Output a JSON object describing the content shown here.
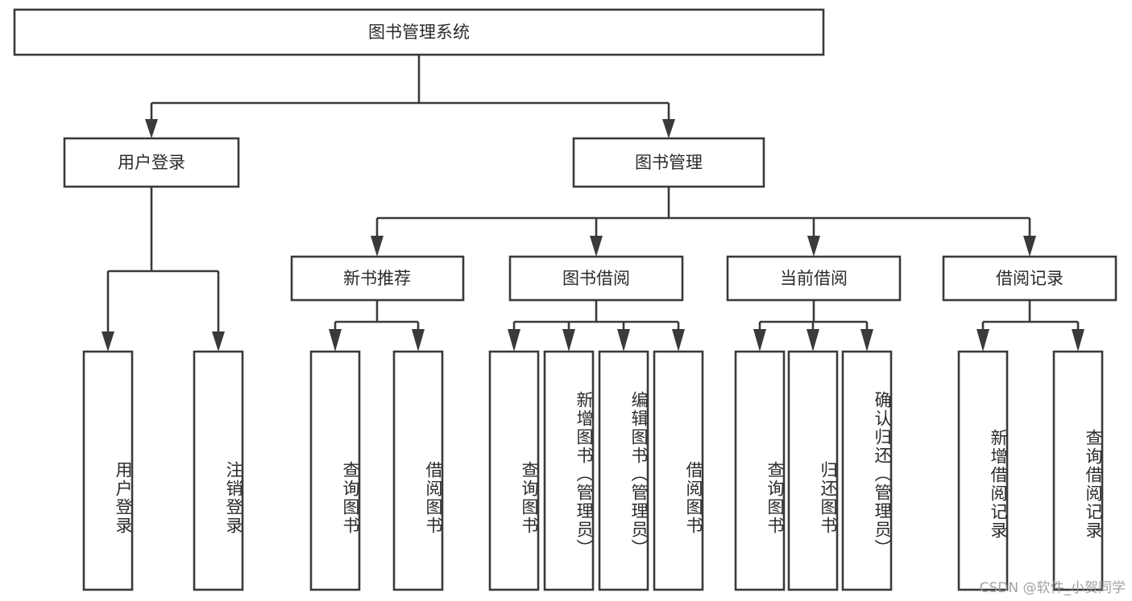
{
  "diagram": {
    "title": "图书管理系统",
    "watermark": "CSDN @软件_小贺同学",
    "theme": {
      "background": "#ffffff",
      "stroke": "#3a3a3a",
      "box_fill": "#ffffff",
      "text": "#2b2b2b",
      "watermark_color": "#9a9a9a"
    },
    "root": {
      "label": "图书管理系统"
    },
    "level2": [
      {
        "label": "用户登录"
      },
      {
        "label": "图书管理"
      }
    ],
    "level3": [
      {
        "label": "新书推荐"
      },
      {
        "label": "图书借阅"
      },
      {
        "label": "当前借阅"
      },
      {
        "label": "借阅记录"
      }
    ],
    "leaves": {
      "user_login": [
        {
          "label": "用户登录"
        },
        {
          "label": "注销登录"
        }
      ],
      "new_book_recommend": [
        {
          "label": "查询图书"
        },
        {
          "label": "借阅图书"
        }
      ],
      "book_borrow": [
        {
          "label": "查询图书"
        },
        {
          "label": "新增图书（管理员）"
        },
        {
          "label": "编辑图书（管理员）"
        },
        {
          "label": "借阅图书"
        }
      ],
      "current_borrow": [
        {
          "label": "查询图书"
        },
        {
          "label": "归还图书"
        },
        {
          "label": "确认归还（管理员）"
        }
      ],
      "borrow_record": [
        {
          "label": "新增借阅记录"
        },
        {
          "label": "查询借阅记录"
        }
      ]
    }
  },
  "chart_data": {
    "type": "diagram",
    "subtype": "tree-hierarchy",
    "title": "图书管理系统",
    "orientation": "top-down",
    "nodes": [
      {
        "id": "root",
        "label": "图书管理系统",
        "level": 0,
        "parent": null
      },
      {
        "id": "n-user-login",
        "label": "用户登录",
        "level": 1,
        "parent": "root"
      },
      {
        "id": "n-book-mgmt",
        "label": "图书管理",
        "level": 1,
        "parent": "root"
      },
      {
        "id": "n-new-book",
        "label": "新书推荐",
        "level": 2,
        "parent": "n-book-mgmt"
      },
      {
        "id": "n-book-borrow",
        "label": "图书借阅",
        "level": 2,
        "parent": "n-book-mgmt"
      },
      {
        "id": "n-current-borrow",
        "label": "当前借阅",
        "level": 2,
        "parent": "n-book-mgmt"
      },
      {
        "id": "n-borrow-record",
        "label": "借阅记录",
        "level": 2,
        "parent": "n-book-mgmt"
      },
      {
        "id": "l-user-login",
        "label": "用户登录",
        "level": 2,
        "parent": "n-user-login"
      },
      {
        "id": "l-logout",
        "label": "注销登录",
        "level": 2,
        "parent": "n-user-login"
      },
      {
        "id": "l-nb-query",
        "label": "查询图书",
        "level": 3,
        "parent": "n-new-book"
      },
      {
        "id": "l-nb-borrow",
        "label": "借阅图书",
        "level": 3,
        "parent": "n-new-book"
      },
      {
        "id": "l-bb-query",
        "label": "查询图书",
        "level": 3,
        "parent": "n-book-borrow"
      },
      {
        "id": "l-bb-add",
        "label": "新增图书（管理员）",
        "level": 3,
        "parent": "n-book-borrow"
      },
      {
        "id": "l-bb-edit",
        "label": "编辑图书（管理员）",
        "level": 3,
        "parent": "n-book-borrow"
      },
      {
        "id": "l-bb-borrow",
        "label": "借阅图书",
        "level": 3,
        "parent": "n-book-borrow"
      },
      {
        "id": "l-cb-query",
        "label": "查询图书",
        "level": 3,
        "parent": "n-current-borrow"
      },
      {
        "id": "l-cb-return",
        "label": "归还图书",
        "level": 3,
        "parent": "n-current-borrow"
      },
      {
        "id": "l-cb-confirm",
        "label": "确认归还（管理员）",
        "level": 3,
        "parent": "n-current-borrow"
      },
      {
        "id": "l-br-add",
        "label": "新增借阅记录",
        "level": 3,
        "parent": "n-borrow-record"
      },
      {
        "id": "l-br-query",
        "label": "查询借阅记录",
        "level": 3,
        "parent": "n-borrow-record"
      }
    ]
  }
}
